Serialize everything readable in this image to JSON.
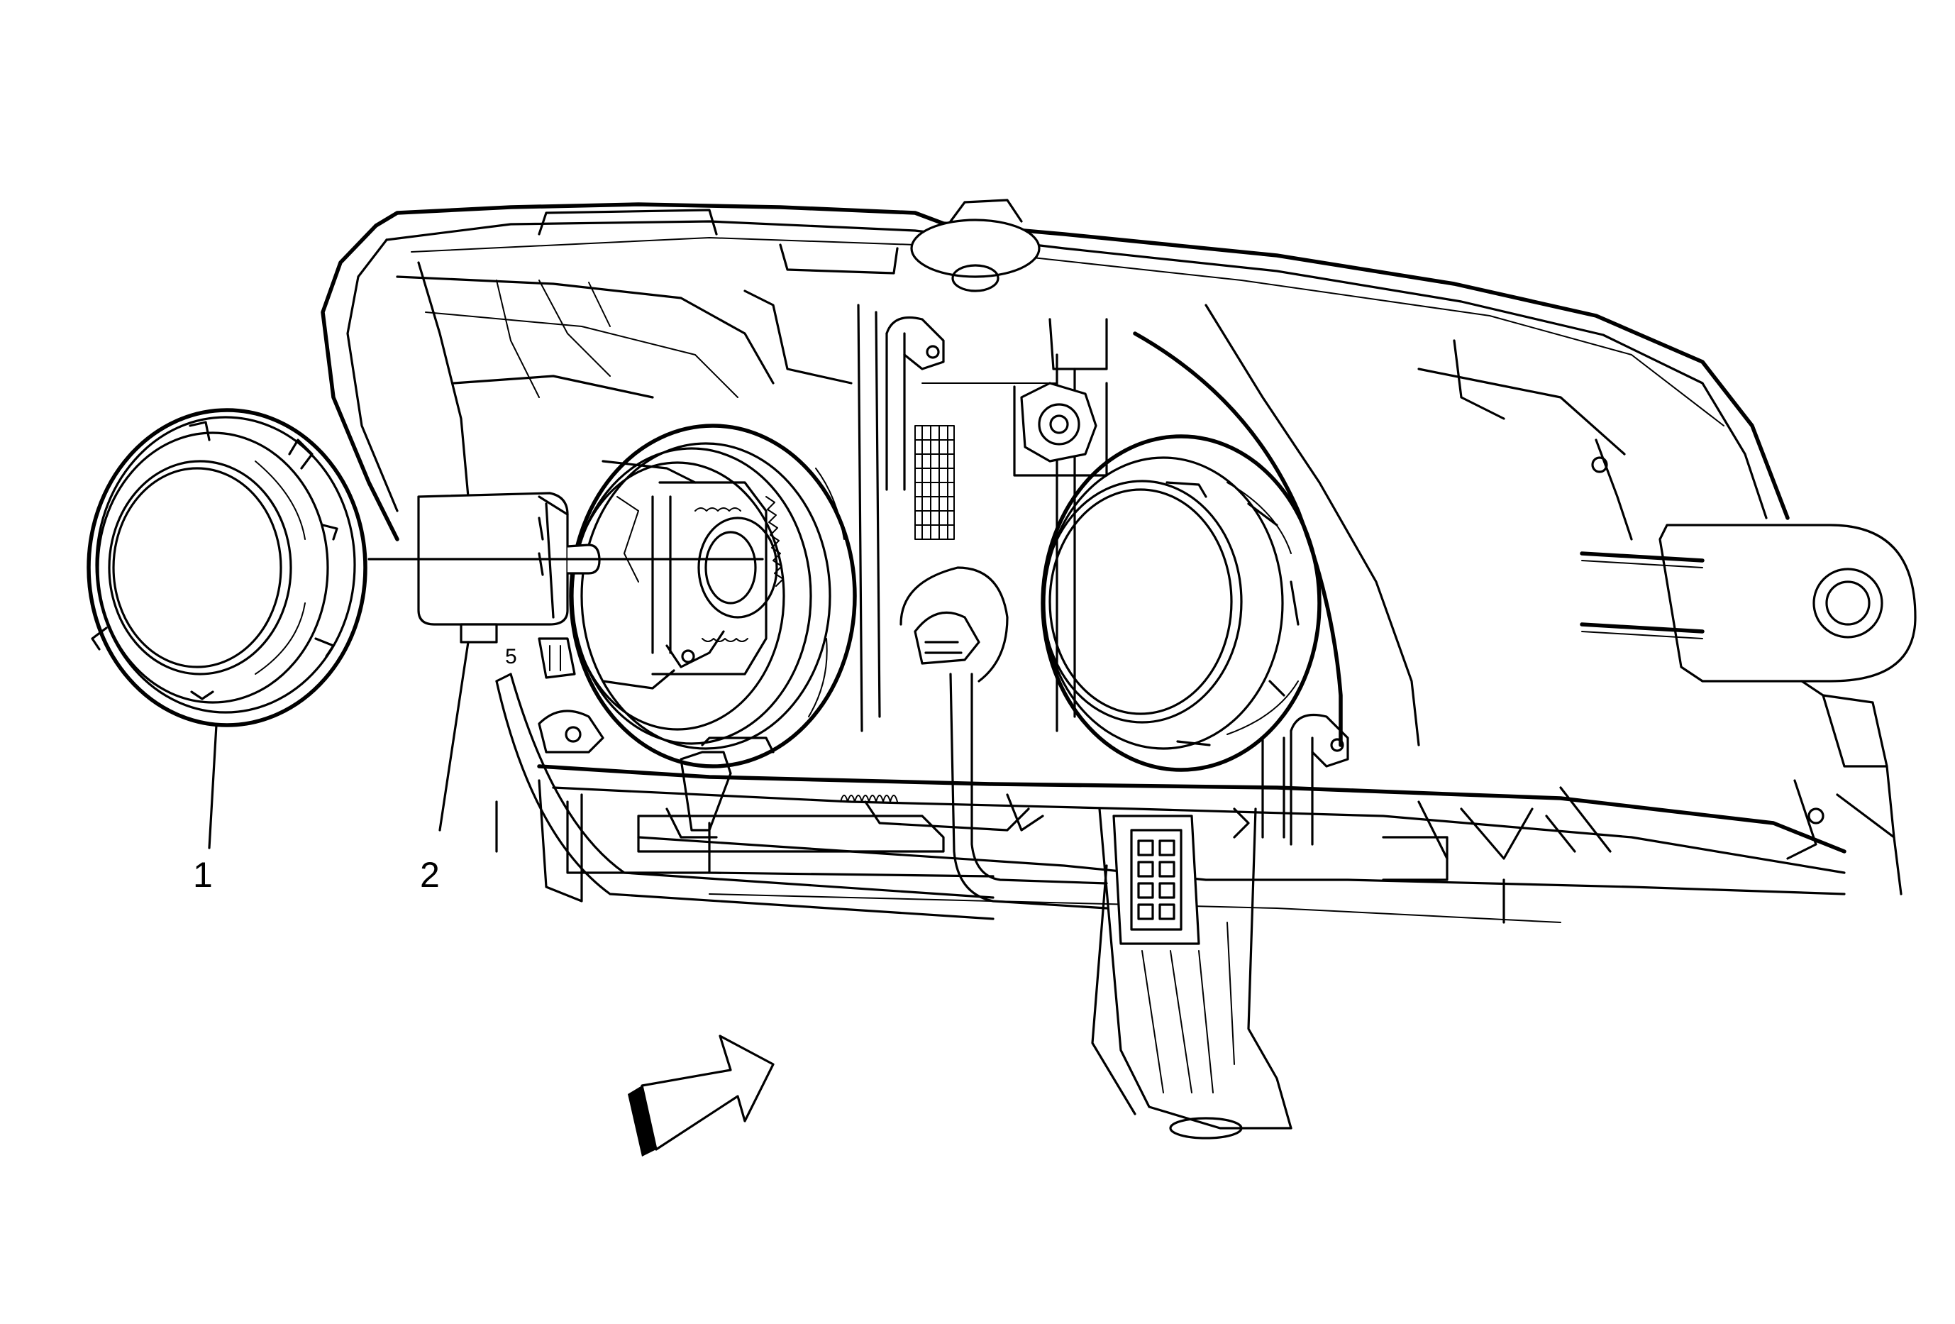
{
  "callouts": [
    {
      "id": "1",
      "label": "1"
    },
    {
      "id": "2",
      "label": "2"
    }
  ],
  "housing_marking": "5",
  "colors": {
    "line": "#000000",
    "background": "#ffffff"
  }
}
